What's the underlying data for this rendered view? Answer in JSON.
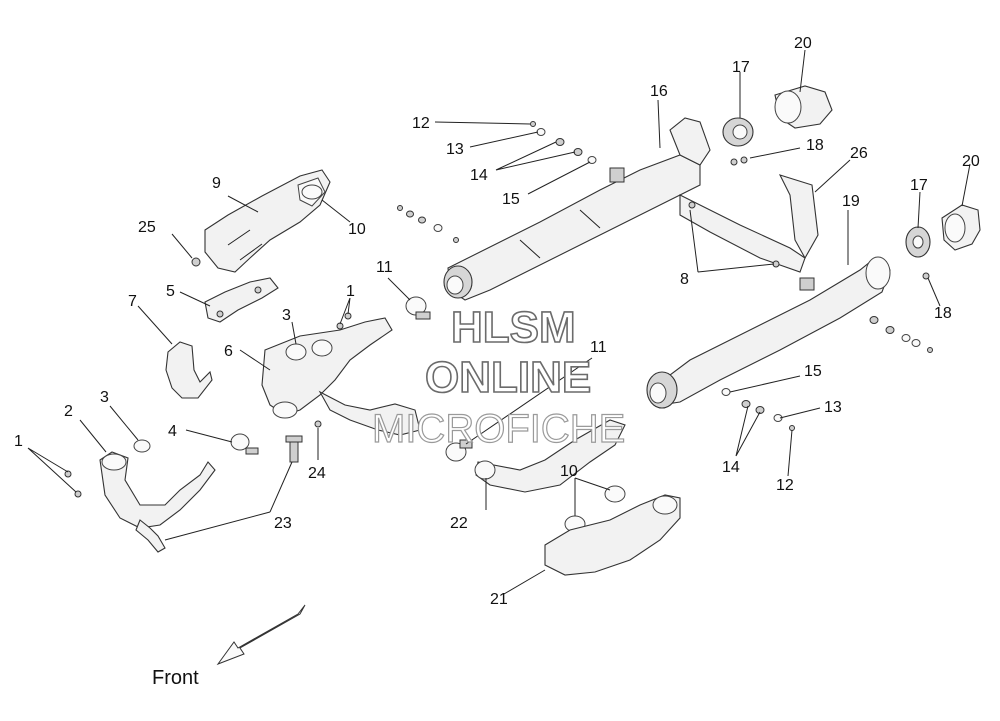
{
  "diagram": {
    "callouts": [
      {
        "id": "c1a",
        "text": "1"
      },
      {
        "id": "c1b",
        "text": "1"
      },
      {
        "id": "c2",
        "text": "2"
      },
      {
        "id": "c3a",
        "text": "3"
      },
      {
        "id": "c3b",
        "text": "3"
      },
      {
        "id": "c4",
        "text": "4"
      },
      {
        "id": "c5",
        "text": "5"
      },
      {
        "id": "c6",
        "text": "6"
      },
      {
        "id": "c7",
        "text": "7"
      },
      {
        "id": "c8",
        "text": "8"
      },
      {
        "id": "c9",
        "text": "9"
      },
      {
        "id": "c10a",
        "text": "10"
      },
      {
        "id": "c10b",
        "text": "10"
      },
      {
        "id": "c11a",
        "text": "11"
      },
      {
        "id": "c11b",
        "text": "11"
      },
      {
        "id": "c12a",
        "text": "12"
      },
      {
        "id": "c12b",
        "text": "12"
      },
      {
        "id": "c13a",
        "text": "13"
      },
      {
        "id": "c13b",
        "text": "13"
      },
      {
        "id": "c14a",
        "text": "14"
      },
      {
        "id": "c14b",
        "text": "14"
      },
      {
        "id": "c15a",
        "text": "15"
      },
      {
        "id": "c15b",
        "text": "15"
      },
      {
        "id": "c16",
        "text": "16"
      },
      {
        "id": "c17a",
        "text": "17"
      },
      {
        "id": "c17b",
        "text": "17"
      },
      {
        "id": "c18a",
        "text": "18"
      },
      {
        "id": "c18b",
        "text": "18"
      },
      {
        "id": "c19",
        "text": "19"
      },
      {
        "id": "c20a",
        "text": "20"
      },
      {
        "id": "c20b",
        "text": "20"
      },
      {
        "id": "c21",
        "text": "21"
      },
      {
        "id": "c22",
        "text": "22"
      },
      {
        "id": "c23",
        "text": "23"
      },
      {
        "id": "c24",
        "text": "24"
      },
      {
        "id": "c25",
        "text": "25"
      },
      {
        "id": "c26",
        "text": "26"
      }
    ],
    "front_label": "Front",
    "watermark": {
      "line1": "HLSM",
      "line2": "ONLINE",
      "line3": "MICROFICHE"
    },
    "colors": {
      "line": "#333333",
      "part_fill": "#f2f2f2",
      "watermark_stroke": "#6b6b6b"
    }
  }
}
